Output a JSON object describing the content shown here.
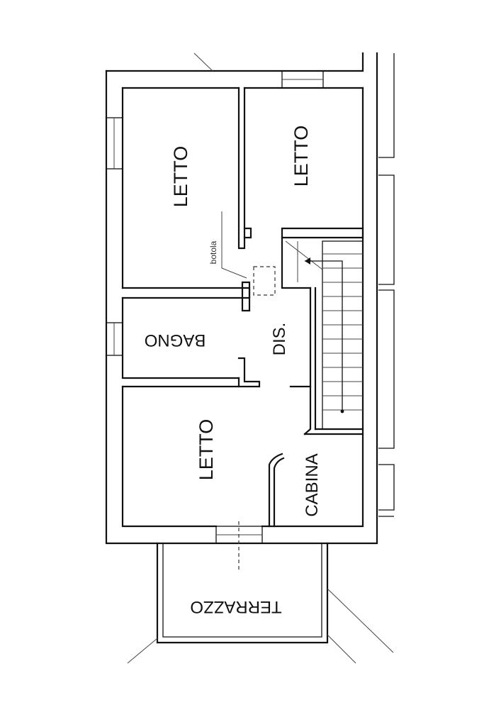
{
  "plan": {
    "rooms": {
      "letto_left": "LETTO",
      "letto_right": "LETTO",
      "letto_bottom": "LETTO",
      "bagno": "BAGNO",
      "dis": "DIS.",
      "cabina": "CABINA",
      "terrazzo": "TERRAZZO",
      "botola": "botola"
    }
  }
}
